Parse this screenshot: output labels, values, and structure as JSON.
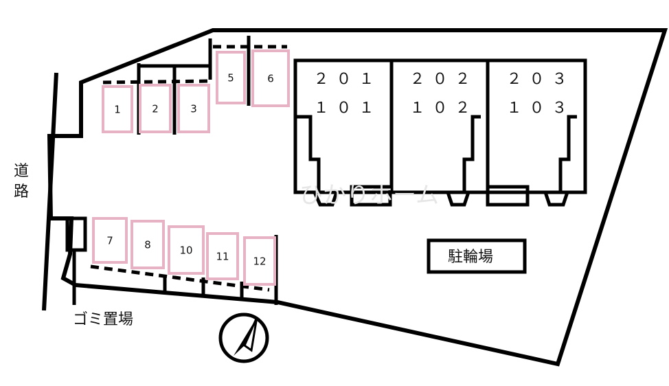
{
  "road_label_1": "道",
  "road_label_2": "路",
  "bike_parking_label": "駐輪場",
  "garbage_label": "ゴミ置場",
  "units": [
    {
      "upper": "２０１",
      "lower": "１０１"
    },
    {
      "upper": "２０２",
      "lower": "１０２"
    },
    {
      "upper": "２０３",
      "lower": "１０３"
    }
  ],
  "parking_spots": [
    "1",
    "2",
    "3",
    "5",
    "6",
    "7",
    "8",
    "10",
    "11",
    "12"
  ],
  "watermark": "ひかりホーム",
  "colors": {
    "outline": "#000000",
    "parking_spot": "#e7b3c4",
    "background": "#ffffff"
  }
}
